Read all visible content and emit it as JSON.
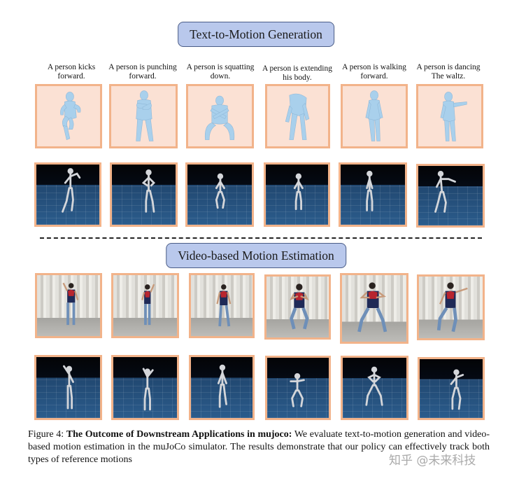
{
  "sections": {
    "text_to_motion": "Text-to-Motion Generation",
    "video_estimation": "Video-based Motion Estimation"
  },
  "prompts": [
    {
      "line1": "A person kicks",
      "line2": "forward."
    },
    {
      "line1": "A person is punching",
      "line2": "forward."
    },
    {
      "line1": "A person is squatting",
      "line2": "down."
    },
    {
      "line1": "A person is extending",
      "line2": "his body."
    },
    {
      "line1": "A person is walking",
      "line2": "forward."
    },
    {
      "line1": "A person is dancing",
      "line2": "The waltz."
    }
  ],
  "caption": {
    "label": "Figure 4:",
    "bold": "The Outcome of Downstream Applications in mujoco:",
    "body": "We evaluate text-to-motion generation and video-based motion estimation in the muJoCo simulator.  The results demonstrate that our policy can effectively track both types of reference motions"
  },
  "watermark": "知乎 @未来科技",
  "colors": {
    "title_fill": "#b9c8ec",
    "title_border": "#4a5c86",
    "frame_border": "#f2b38a",
    "mesh_body": "#a9d0ec"
  }
}
